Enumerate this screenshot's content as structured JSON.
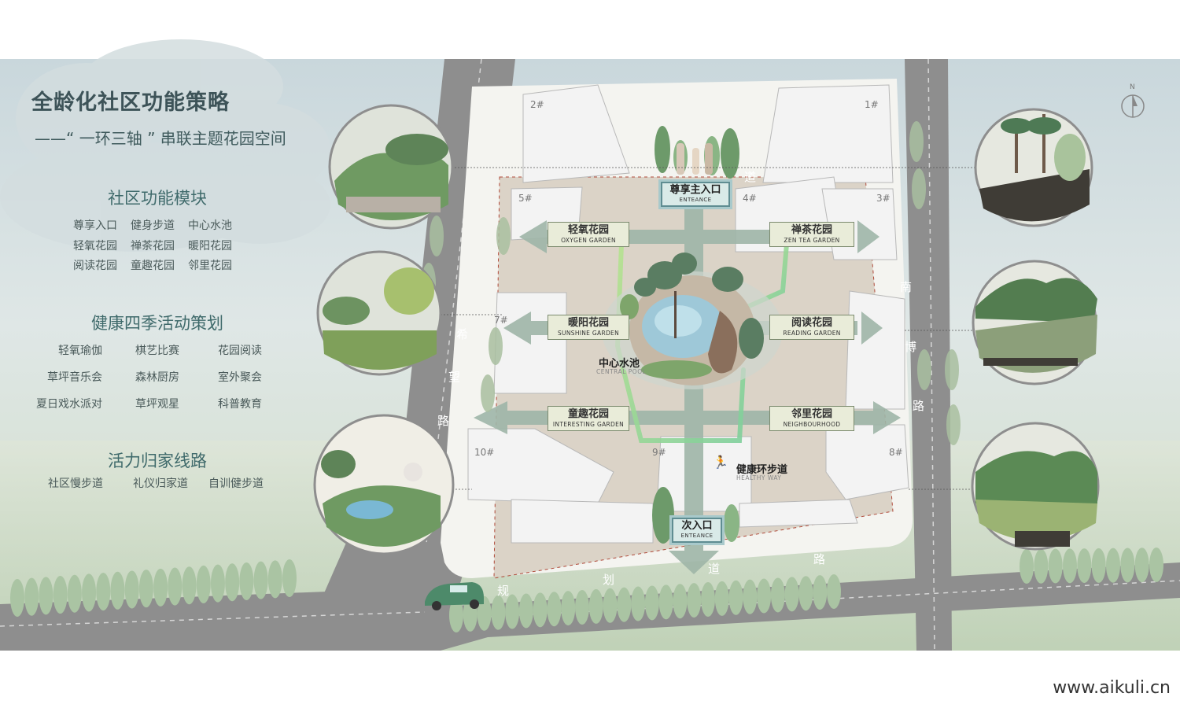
{
  "title": "全龄化社区功能策略",
  "subtitle": "——“ 一环三轴 ” 串联主题花园空间",
  "sections": {
    "modules": {
      "heading": "社区功能模块",
      "rows": [
        [
          "尊享入口",
          "健身步道",
          "中心水池"
        ],
        [
          "轻氧花园",
          "禅茶花园",
          "暖阳花园"
        ],
        [
          "阅读花园",
          "童趣花园",
          "邻里花园"
        ]
      ]
    },
    "activities": {
      "heading": "健康四季活动策划",
      "rows": [
        [
          "轻氧瑜伽",
          "棋艺比赛",
          "花园阅读"
        ],
        [
          "草坪音乐会",
          "森林厨房",
          "室外聚会"
        ],
        [
          "夏日戏水派对",
          "草坪观星",
          "科普教育"
        ]
      ]
    },
    "routes": {
      "heading": "活力归家线路",
      "rows": [
        [
          "社区慢步道",
          "礼仪归家道",
          "自训健步道"
        ]
      ]
    }
  },
  "gardens": {
    "oxygen": {
      "zh": "轻氧花园",
      "en": "OXYGEN GARDEN"
    },
    "zen": {
      "zh": "禅茶花园",
      "en": "ZEN TEA GARDEN"
    },
    "sunshine": {
      "zh": "暖阳花园",
      "en": "SUNSHINE GARDEN"
    },
    "reading": {
      "zh": "阅读花园",
      "en": "READING GARDEN"
    },
    "interesting": {
      "zh": "童趣花园",
      "en": "INTERESTING GARDEN"
    },
    "neighbourhood": {
      "zh": "邻里花园",
      "en": "NEIGHBOURHOOD"
    }
  },
  "entrances": {
    "main": {
      "zh": "尊享主入口",
      "en": "ENTEANCE"
    },
    "secondary": {
      "zh": "次入口",
      "en": "ENTEANCE"
    }
  },
  "pool": {
    "zh": "中心水池",
    "en": "CENTRAL POOL"
  },
  "healthy_way": {
    "zh": "健康环步道",
    "en": "HEALTHY WAY"
  },
  "buildings": [
    "1#",
    "2#",
    "3#",
    "4#",
    "5#",
    "7#",
    "8#",
    "9#",
    "10#"
  ],
  "roads": {
    "west": [
      "希",
      "望",
      "路"
    ],
    "east": [
      "南",
      "博",
      "路"
    ],
    "south": [
      "规",
      "划",
      "道",
      "路"
    ],
    "north_fragment": "道"
  },
  "compass": "N",
  "watermark": "www.aikuli.cn",
  "colors": {
    "accent": "#3f6a6b",
    "garden_label_bg": "#e9ecd9",
    "entrance_bg": "#d9eae8",
    "path_green": "#8fd16a",
    "road_gray": "#8c8c8c"
  }
}
